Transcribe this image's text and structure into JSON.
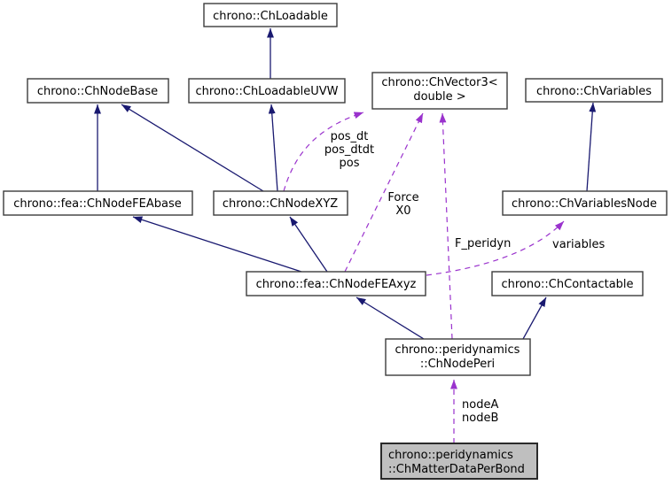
{
  "diagram": {
    "colors": {
      "background": "#ffffff",
      "node_fill": "#ffffff",
      "highlight_fill": "#bfbfbf",
      "border": "#3c3c3c",
      "highlight_border": "#2a2a2a",
      "text": "#000000",
      "inheritance": "#191970",
      "usage": "#9a32cd"
    },
    "nodes": {
      "ChLoadable": {
        "label": "chrono::ChLoadable"
      },
      "ChNodeBase": {
        "label": "chrono::ChNodeBase"
      },
      "ChLoadableUVW": {
        "label": "chrono::ChLoadableUVW"
      },
      "ChVector3": {
        "label_line1": "chrono::ChVector3<",
        "label_line2": "double >"
      },
      "ChVariables": {
        "label": "chrono::ChVariables"
      },
      "ChNodeFEAbase": {
        "label": "chrono::fea::ChNodeFEAbase"
      },
      "ChNodeXYZ": {
        "label": "chrono::ChNodeXYZ"
      },
      "ChVariablesNode": {
        "label": "chrono::ChVariablesNode"
      },
      "ChNodeFEAxyz": {
        "label": "chrono::fea::ChNodeFEAxyz"
      },
      "ChContactable": {
        "label": "chrono::ChContactable"
      },
      "ChNodePeri": {
        "label_line1": "chrono::peridynamics",
        "label_line2": "::ChNodePeri"
      },
      "ChMatterDataPerBond": {
        "label_line1": "chrono::peridynamics",
        "label_line2": "::ChMatterDataPerBond"
      }
    },
    "edge_labels": {
      "pos": {
        "line1": "pos_dt",
        "line2": "pos_dtdt",
        "line3": "pos"
      },
      "force": {
        "line1": "Force",
        "line2": "X0"
      },
      "f_peridyn": "F_peridyn",
      "variables": "variables",
      "node_refs": {
        "line1": "nodeA",
        "line2": "nodeB"
      }
    }
  }
}
